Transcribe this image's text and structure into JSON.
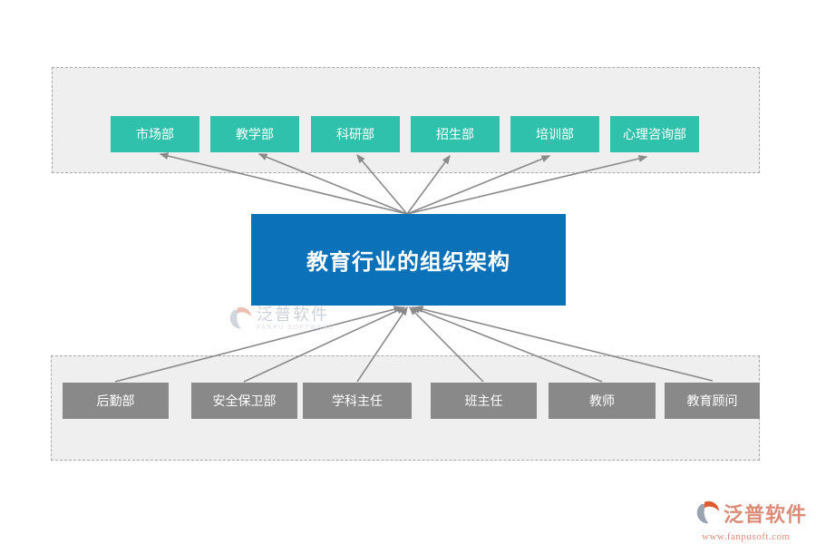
{
  "diagram": {
    "center": {
      "label": "教育行业的组织架构"
    },
    "top_group": {
      "departments": [
        {
          "label": "市场部"
        },
        {
          "label": "教学部"
        },
        {
          "label": "科研部"
        },
        {
          "label": "招生部"
        },
        {
          "label": "培训部"
        },
        {
          "label": "心理咨询部"
        }
      ]
    },
    "bottom_group": {
      "departments": [
        {
          "label": "后勤部"
        },
        {
          "label": "安全保卫部"
        },
        {
          "label": "学科主任"
        },
        {
          "label": "班主任"
        },
        {
          "label": "教师"
        },
        {
          "label": "教育顾问"
        }
      ]
    }
  },
  "watermarks": {
    "center": {
      "brand": "泛普软件",
      "subtitle": "FANPU SOFTWARE"
    },
    "corner": {
      "brand": "泛普软件",
      "url": "www.fanpusoft.com"
    }
  },
  "colors": {
    "top_box": "#2fc1ab",
    "center_box": "#0b71b9",
    "bottom_box": "#898989",
    "group_fill": "#efefef",
    "group_border": "#a8a8a8",
    "arrow": "#8a8a8a",
    "corner_brand": "#db8b76",
    "corner_accent": "#e05a31"
  }
}
